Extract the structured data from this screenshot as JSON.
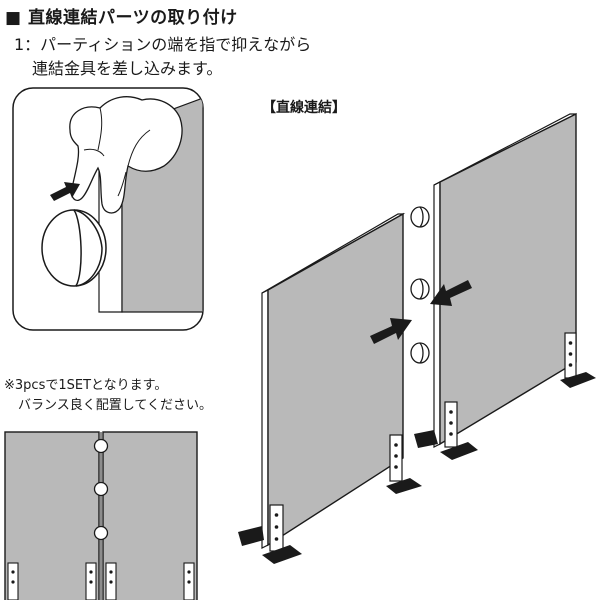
{
  "heading": "■ 直線連結パーツの取り付け",
  "step": {
    "line1": "1：パーティションの端を指で抑えながら",
    "line2": "連結金具を差し込みます。"
  },
  "section_label": "【直線連結】",
  "note": {
    "line1": "※3pcsで1SETとなります。",
    "line2": "バランス良く配置してください。"
  },
  "colors": {
    "panel_fill": "#b9b9b9",
    "outline": "#1a1a1a",
    "background": "#ffffff"
  },
  "illustrations": {
    "inset": "hand-inserting-connector",
    "main": "two-partition-panels-joined-straight",
    "bottom": "three-connectors-on-joined-panels"
  }
}
